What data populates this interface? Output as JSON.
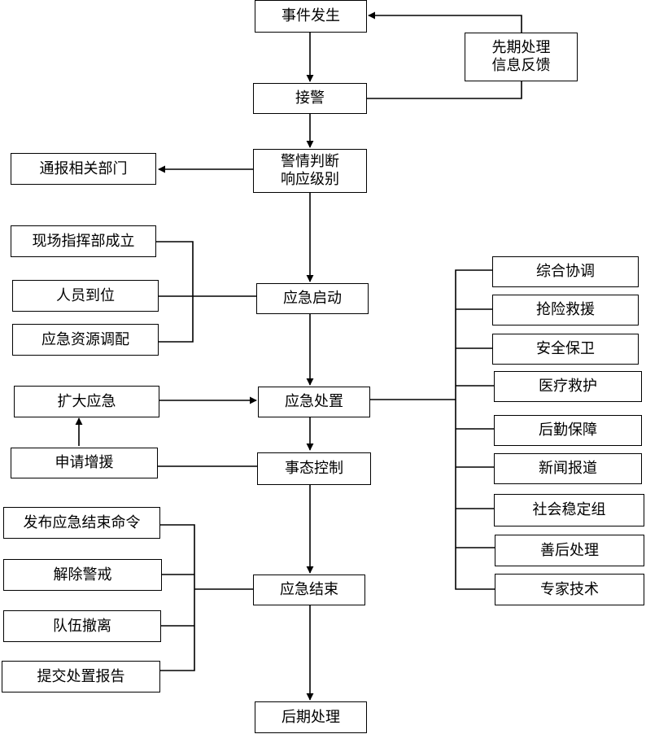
{
  "nodes": {
    "event": "事件发生",
    "feedback": [
      "先期处理",
      "信息反馈"
    ],
    "alarm": "接警",
    "judge": [
      "警情判断",
      "响应级别"
    ],
    "notify": "通报相关部门",
    "command": "现场指挥部成立",
    "staff": "人员到位",
    "resource": "应急资源调配",
    "start": "应急启动",
    "expand": "扩大应急",
    "dispose": "应急处置",
    "request": "申请增援",
    "control": "事态控制",
    "end_order": "发布应急结束命令",
    "lift": "解除警戒",
    "withdraw": "队伍撤离",
    "report": "提交处置报告",
    "end": "应急结束",
    "after": "后期处理",
    "coord": "综合协调",
    "rescue": "抢险救援",
    "security": "安全保卫",
    "medical": "医疗救护",
    "logistics": "后勤保障",
    "news": "新闻报道",
    "stability": "社会稳定组",
    "aftermath": "善后处理",
    "expert": "专家技术"
  }
}
